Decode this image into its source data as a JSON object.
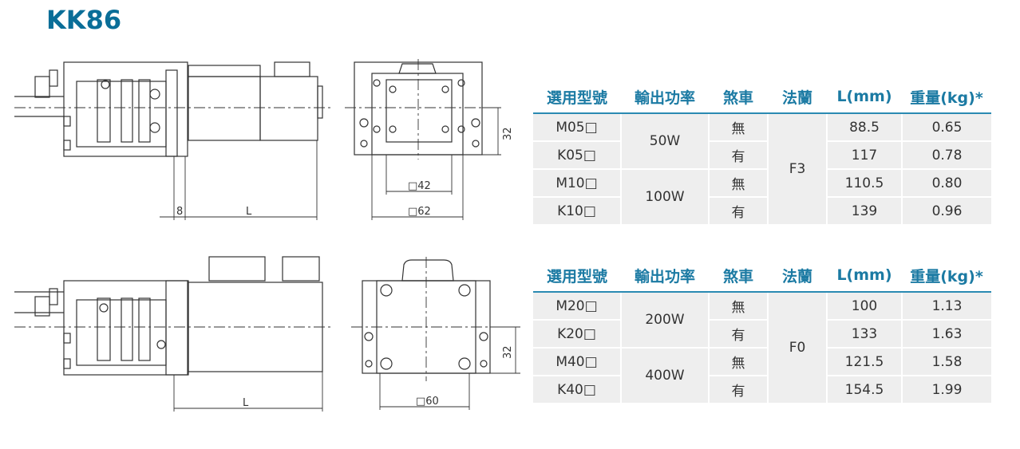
{
  "title": "KK86",
  "dimensions": {
    "top_side_offset": "8",
    "top_side_length": "L",
    "top_front_height": "32",
    "top_front_inner": "□42",
    "top_front_outer": "□62",
    "bottom_side_length": "L",
    "bottom_front_height": "32",
    "bottom_front_width": "□60"
  },
  "headers": [
    "選用型號",
    "輸出功率",
    "煞車",
    "法蘭",
    "L(mm)",
    "重量(kg)*"
  ],
  "table1": {
    "rows": [
      {
        "model": "M05□",
        "brake": "無",
        "L": "88.5",
        "weight": "0.65"
      },
      {
        "model": "K05□",
        "brake": "有",
        "L": "117",
        "weight": "0.78"
      },
      {
        "model": "M10□",
        "brake": "無",
        "L": "110.5",
        "weight": "0.80"
      },
      {
        "model": "K10□",
        "brake": "有",
        "L": "139",
        "weight": "0.96"
      }
    ],
    "power": [
      "50W",
      "100W"
    ],
    "flange": "F3"
  },
  "table2": {
    "rows": [
      {
        "model": "M20□",
        "brake": "無",
        "L": "100",
        "weight": "1.13"
      },
      {
        "model": "K20□",
        "brake": "有",
        "L": "133",
        "weight": "1.63"
      },
      {
        "model": "M40□",
        "brake": "無",
        "L": "121.5",
        "weight": "1.58"
      },
      {
        "model": "K40□",
        "brake": "有",
        "L": "154.5",
        "weight": "1.99"
      }
    ],
    "power": [
      "200W",
      "400W"
    ],
    "flange": "F0"
  }
}
